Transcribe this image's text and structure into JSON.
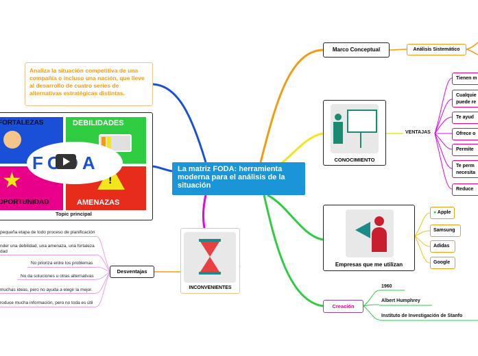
{
  "central": {
    "title": "La matriz FODA: herramienta moderna para el análisis de la situación"
  },
  "marco": {
    "label": "Marco Conceptual",
    "child": "Análisis Sistemático"
  },
  "analysis": {
    "text": "Analiza la situación competitiva de una compañía o incluso una nación, que lleve al desarrollo de cuatro series de alternativas estratégicas distintas."
  },
  "foda": {
    "caption": "Topic principal",
    "fortalezas": "FORTALEZAS",
    "debilidades": "DEBILIDADES",
    "oportunidad": "OPORTUNIDAD",
    "amenazas": "AMENAZAS",
    "logo": "FODA"
  },
  "conocimiento": {
    "label": "CONOCIMIENTO",
    "branch": "VENTAJAS",
    "items": [
      "Tienen m",
      "Cualquie puede re",
      "Te ayud",
      "Ofrece o",
      "Permite",
      "Te perm necesita",
      "Reduce"
    ]
  },
  "inconvenientes": {
    "label": "INCONVENIENTES",
    "branch": "Desventajas",
    "items": [
      "pequeña etapa de todo proceso de planificación",
      "nder una debilidad, una amenaza, una fortaleza dad",
      "No prioriza entre los problemas",
      "No da soluciones u otras alternativas",
      "muchas ideas, pero no ayuda a elegir la mejor.",
      "roduce mucha información, pero no toda es útil"
    ]
  },
  "empresas": {
    "label": "Empresas que me utilizan",
    "items": [
      "Apple",
      "Samsung",
      "Adidas",
      "Google"
    ]
  },
  "creacion": {
    "label": "Creación",
    "items": [
      "1960",
      "Albert Humphrey",
      "Instituto de Investigación de Stanfo"
    ]
  },
  "colors": {
    "central": "#1a96d8",
    "orange": "#f39c12",
    "yellow": "#f1e51c",
    "green": "#2ecc40",
    "magenta": "#e800e8",
    "purple": "#8e44ad",
    "blue": "#1a4fd8"
  }
}
